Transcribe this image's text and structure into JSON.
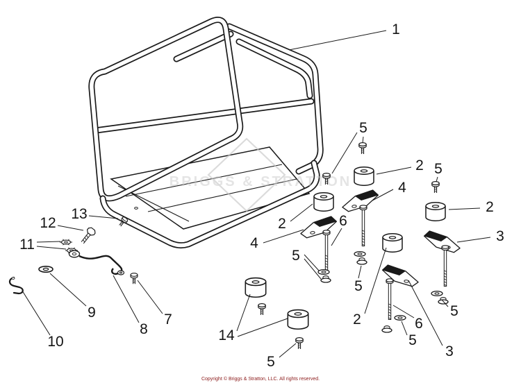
{
  "page": {
    "background_color": "#ffffff",
    "copyright": "Copyright © Briggs & Stratton, LLC. All rights reserved.",
    "copyright_color": "#8b1a1a"
  },
  "watermark": {
    "text": "BRIGGS & STRATTON",
    "color": "#c9c9c9"
  },
  "callouts": [
    {
      "label": "1"
    },
    {
      "label": "5"
    },
    {
      "label": "2"
    },
    {
      "label": "5"
    },
    {
      "label": "4"
    },
    {
      "label": "2"
    },
    {
      "label": "2"
    },
    {
      "label": "6"
    },
    {
      "label": "3"
    },
    {
      "label": "4"
    },
    {
      "label": "5"
    },
    {
      "label": "5"
    },
    {
      "label": "2"
    },
    {
      "label": "5"
    },
    {
      "label": "6"
    },
    {
      "label": "5"
    },
    {
      "label": "3"
    },
    {
      "label": "5"
    },
    {
      "label": "14"
    },
    {
      "label": "13"
    },
    {
      "label": "12"
    },
    {
      "label": "11"
    },
    {
      "label": "9"
    },
    {
      "label": "8"
    },
    {
      "label": "7"
    },
    {
      "label": "10"
    }
  ]
}
